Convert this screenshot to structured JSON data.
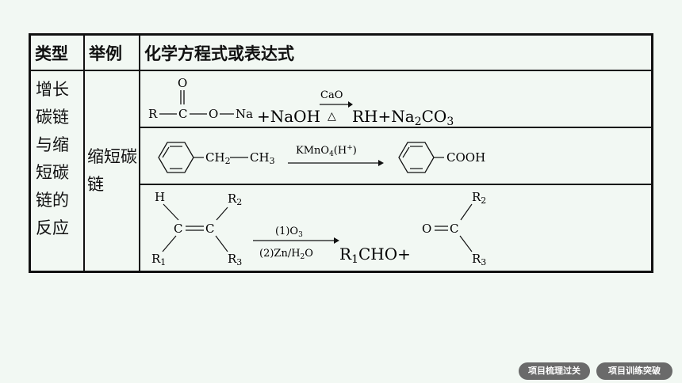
{
  "table": {
    "headers": [
      "类型",
      "举例",
      "化学方程式或表达式"
    ],
    "type_label": "增长碳链与缩短碳链的反应",
    "example_label": "缩短碳链",
    "rows": [
      {
        "reactant_o": "O",
        "reactant_r": "R",
        "reactant_c": "C",
        "reactant_o2": "O",
        "reactant_na": "Na",
        "plus_naoh": "+NaOH",
        "condition_top": "CaO",
        "condition_bottom": "△",
        "product": "RH+Na",
        "product_sub": "2",
        "product_tail": "CO",
        "product_tail_sub": "3"
      },
      {
        "substituent": "CH",
        "substituent_sub": "2",
        "substituent_tail": "CH",
        "substituent_tail_sub": "3",
        "condition": "KMnO",
        "condition_sub": "4",
        "condition_tail": "(H",
        "condition_sup": "+",
        "condition_end": ")",
        "product": "COOH"
      },
      {
        "h": "H",
        "c1": "C",
        "c2": "C",
        "r1": "R",
        "r1_sub": "1",
        "r2": "R",
        "r2_sub": "2",
        "r3": "R",
        "r3_sub": "3",
        "condition_top": "(1)O",
        "condition_top_sub": "3",
        "condition_bottom": "(2)Zn/H",
        "condition_bottom_sub": "2",
        "condition_bottom_tail": "O",
        "product": "R",
        "product_sub": "1",
        "product_tail": "CHO+",
        "ketone_o": "O",
        "ketone_c": "C",
        "ketone_r2": "R",
        "ketone_r2_sub": "2",
        "ketone_r3": "R",
        "ketone_r3_sub": "3"
      }
    ]
  },
  "footer": {
    "button1": "项目梳理过关",
    "button2": "项目训练突破"
  },
  "colors": {
    "background": "#f2f8f3",
    "button_bg": "#6a6a6a"
  }
}
